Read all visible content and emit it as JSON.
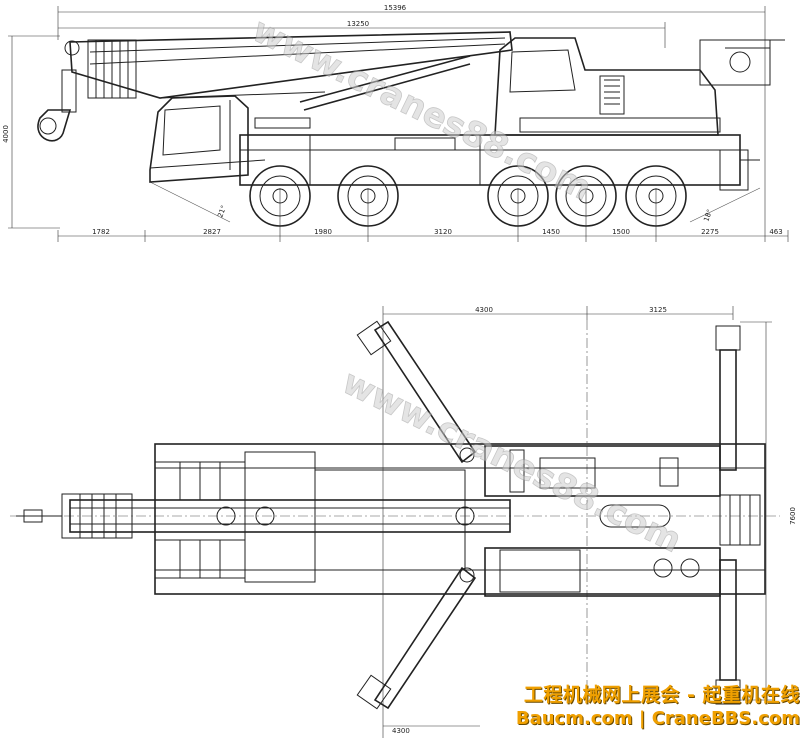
{
  "dimensions": {
    "overall_length": "15396",
    "boom_length": "13250",
    "height": "4000",
    "axle_spacings": [
      "1782",
      "2827",
      "1980",
      "3120",
      "1450",
      "1500",
      "2275",
      "463"
    ],
    "approach_angle": "21°",
    "departure_angle": "18°",
    "outrigger_front_offset": "4300",
    "outrigger_rear_offset": "3125",
    "outrigger_span": "7600",
    "outrigger_bottom_offset": "4300"
  },
  "watermarks": {
    "side_view": "www.cranes88.com",
    "top_view": "www.cranes88.com"
  },
  "banner": {
    "title": "工程机械网上展会 - 起重机在线",
    "sites": "Baucm.com | CraneBBS.com"
  },
  "colors": {
    "line": "#222222",
    "banner": "#f0a000",
    "watermark": "#cfcfcf"
  }
}
